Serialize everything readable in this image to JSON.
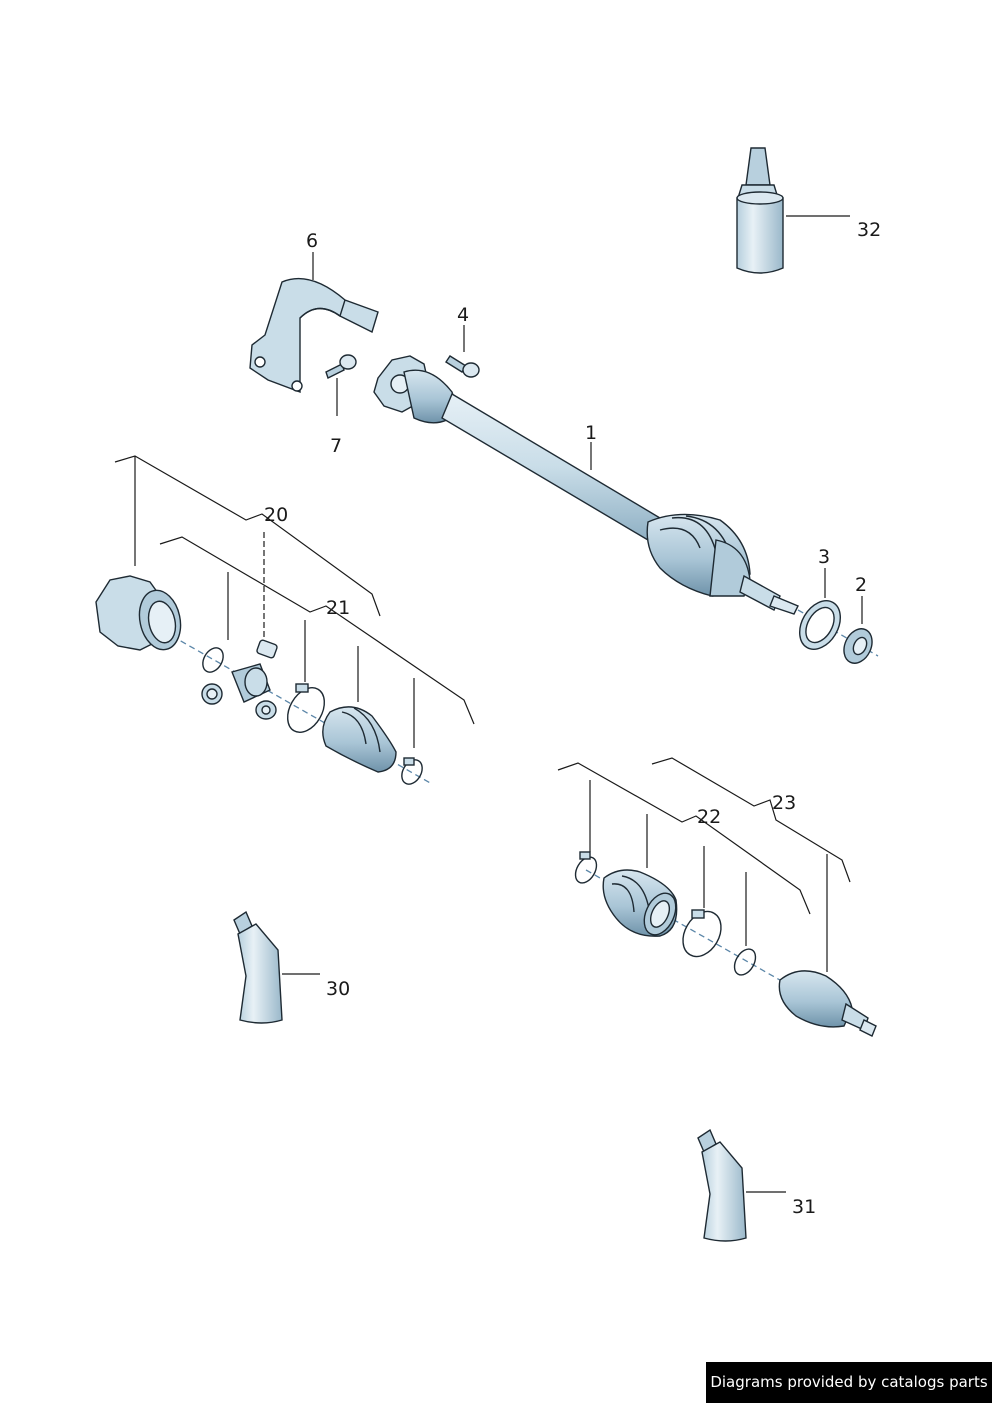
{
  "colors": {
    "part_fill": "#c9dde8",
    "part_fill_dark": "#9fbccd",
    "part_fill_light": "#e6f0f6",
    "outline": "#1e2a33",
    "leader": "#1a1a1a",
    "axis_dash": "#5b86a8"
  },
  "callouts": {
    "c1": "1",
    "c2": "2",
    "c3": "3",
    "c4": "4",
    "c6": "6",
    "c7": "7",
    "c20": "20",
    "c21": "21",
    "c22": "22",
    "c23": "23",
    "c30": "30",
    "c31": "31",
    "c32": "32"
  },
  "credit": "Diagrams provided by catalogs parts"
}
